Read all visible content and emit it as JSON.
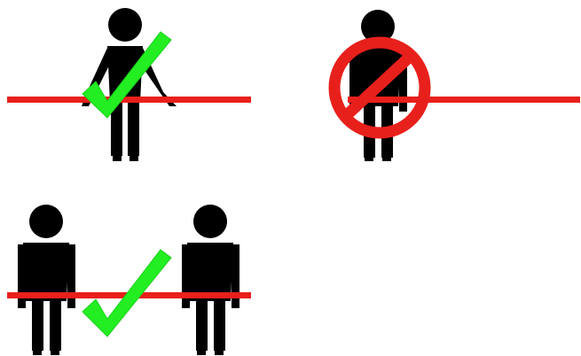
{
  "colors": {
    "figure": "#000000",
    "line": "#e8201c",
    "check": "#22ee22",
    "prohibit": "#e8201c",
    "background": "#ffffff"
  },
  "panels": [
    {
      "id": "panel-1",
      "icon": "check-icon",
      "meaning": "allowed"
    },
    {
      "id": "panel-2",
      "icon": "prohibited-icon",
      "meaning": "not-allowed"
    },
    {
      "id": "panel-3",
      "icon": "check-icon",
      "meaning": "allowed"
    }
  ]
}
